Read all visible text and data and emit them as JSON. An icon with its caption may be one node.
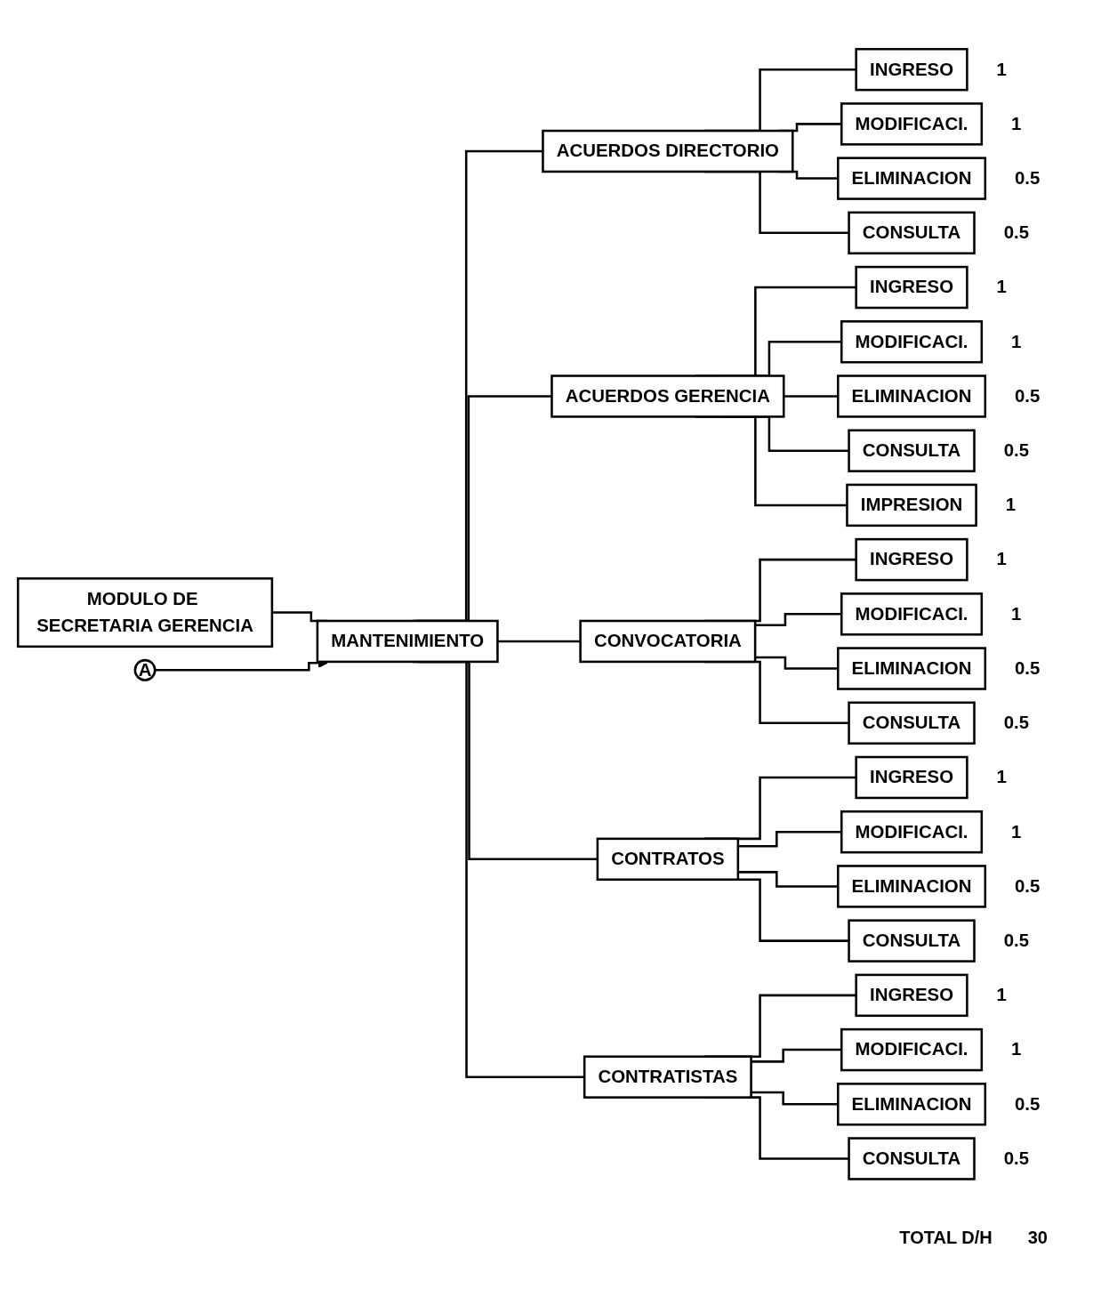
{
  "diagram": {
    "nodes": [
      {
        "text": [
          "MODULO DE SECRETARIA GERENCIA"
        ]
      },
      {
        "text": [
          "A"
        ]
      },
      {
        "text": [
          "MANTENIMIENTO"
        ]
      },
      {
        "text": [
          "ACUERDOS DIRECTORIO"
        ]
      },
      {
        "text": [
          "INGRESO"
        ],
        "beside": [
          "1"
        ]
      },
      {
        "text": [
          "MODIFICACI."
        ],
        "beside": [
          "1"
        ]
      },
      {
        "text": [
          "ELIMINACION"
        ],
        "beside": [
          "0.5"
        ]
      },
      {
        "text": [
          "CONSULTA"
        ],
        "beside": [
          "0.5"
        ]
      },
      {
        "text": [
          "ACUERDOS GERENCIA"
        ]
      },
      {
        "text": [
          "INGRESO"
        ],
        "beside": [
          "1"
        ]
      },
      {
        "text": [
          "MODIFICACI."
        ],
        "beside": [
          "1"
        ]
      },
      {
        "text": [
          "ELIMINACION"
        ],
        "beside": [
          "0.5"
        ]
      },
      {
        "text": [
          "CONSULTA"
        ],
        "beside": [
          "0.5"
        ]
      },
      {
        "text": [
          "IMPRESION"
        ],
        "beside": [
          "1"
        ]
      },
      {
        "text": [
          "CONVOCATORIA"
        ]
      },
      {
        "text": [
          "INGRESO"
        ],
        "beside": [
          "1"
        ]
      },
      {
        "text": [
          "MODIFICACI."
        ],
        "beside": [
          "1"
        ]
      },
      {
        "text": [
          "ELIMINACION"
        ],
        "beside": [
          "0.5"
        ]
      },
      {
        "text": [
          "CONSULTA"
        ],
        "beside": [
          "0.5"
        ]
      },
      {
        "text": [
          "CONTRATOS"
        ]
      },
      {
        "text": [
          "INGRESO"
        ],
        "beside": [
          "1"
        ]
      },
      {
        "text": [
          "MODIFICACI."
        ],
        "beside": [
          "1"
        ]
      },
      {
        "text": [
          "ELIMINACION"
        ],
        "beside": [
          "0.5"
        ]
      },
      {
        "text": [
          "CONSULTA"
        ],
        "beside": [
          "0.5"
        ]
      },
      {
        "text": [
          "CONTRATISTAS"
        ]
      },
      {
        "text": [
          "INGRESO"
        ],
        "beside": [
          "1"
        ]
      },
      {
        "text": [
          "MODIFICACI."
        ],
        "beside": [
          "1"
        ]
      },
      {
        "text": [
          "ELIMINACION"
        ],
        "beside": [
          "0.5"
        ]
      },
      {
        "text": [
          "CONSULTA"
        ],
        "beside": [
          "0.5"
        ]
      }
    ],
    "edges": [
      {
        "from": 0,
        "to": 2,
        "arrow": "none"
      },
      {
        "from": 1,
        "to": 2,
        "arrow": "to"
      },
      {
        "from": 2,
        "to": 3,
        "arrow": "none"
      },
      {
        "from": 2,
        "to": 8,
        "arrow": "none"
      },
      {
        "from": 2,
        "to": 14,
        "arrow": "none"
      },
      {
        "from": 2,
        "to": 19,
        "arrow": "none"
      },
      {
        "from": 2,
        "to": 24,
        "arrow": "none"
      },
      {
        "from": 3,
        "to": 4,
        "arrow": "none"
      },
      {
        "from": 3,
        "to": 5,
        "arrow": "none"
      },
      {
        "from": 3,
        "to": 6,
        "arrow": "none"
      },
      {
        "from": 3,
        "to": 7,
        "arrow": "none"
      },
      {
        "from": 8,
        "to": 9,
        "arrow": "none"
      },
      {
        "from": 8,
        "to": 10,
        "arrow": "none"
      },
      {
        "from": 8,
        "to": 11,
        "arrow": "none"
      },
      {
        "from": 8,
        "to": 12,
        "arrow": "none"
      },
      {
        "from": 8,
        "to": 13,
        "arrow": "none"
      },
      {
        "from": 14,
        "to": 15,
        "arrow": "none"
      },
      {
        "from": 14,
        "to": 16,
        "arrow": "none"
      },
      {
        "from": 14,
        "to": 17,
        "arrow": "none"
      },
      {
        "from": 14,
        "to": 18,
        "arrow": "none"
      },
      {
        "from": 19,
        "to": 20,
        "arrow": "none"
      },
      {
        "from": 19,
        "to": 21,
        "arrow": "none"
      },
      {
        "from": 19,
        "to": 22,
        "arrow": "none"
      },
      {
        "from": 19,
        "to": 23,
        "arrow": "none"
      },
      {
        "from": 24,
        "to": 25,
        "arrow": "none"
      },
      {
        "from": 24,
        "to": 26,
        "arrow": "none"
      },
      {
        "from": 24,
        "to": 27,
        "arrow": "none"
      },
      {
        "from": 24,
        "to": 28,
        "arrow": "none"
      }
    ],
    "labels": [
      "TOTAL D/H",
      "30"
    ]
  }
}
